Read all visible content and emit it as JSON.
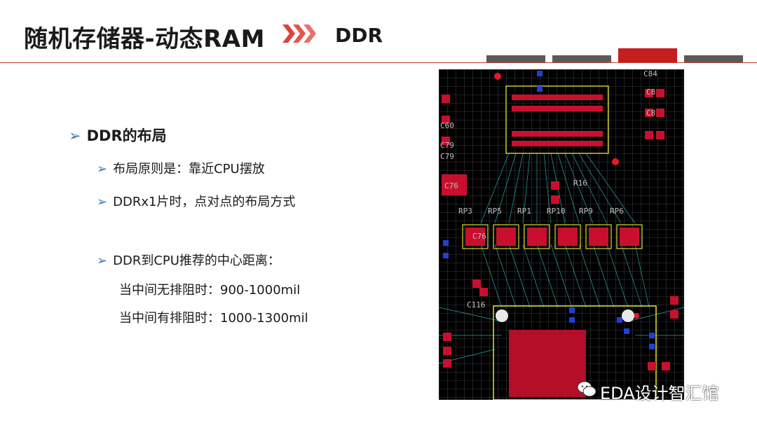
{
  "header": {
    "title": "随机存储器-动态RAM",
    "subtitle": "DDR"
  },
  "content": {
    "heading": "DDR的布局",
    "items": [
      "布局原则是：靠近CPU摆放",
      "DDRx1片时，点对点的布局方式",
      "DDR到CPU推荐的中心距离："
    ],
    "details": [
      "当中间无排阻时：900-1000mil",
      "当中间有排阻时：1000-1300mil"
    ]
  },
  "pcb": {
    "labels": [
      "C84",
      "C8",
      "C8",
      "RP3",
      "RP5",
      "RP1",
      "RP10",
      "RP9",
      "RP6",
      "R16",
      "C76",
      "C76",
      "C116",
      "C60",
      "C79",
      "C79"
    ]
  },
  "watermark": {
    "text": "EDA设计智汇馆"
  },
  "colors": {
    "accent": "#c41e1e",
    "bullet": "#3a7ab8",
    "tab": "#5a5a5a"
  }
}
